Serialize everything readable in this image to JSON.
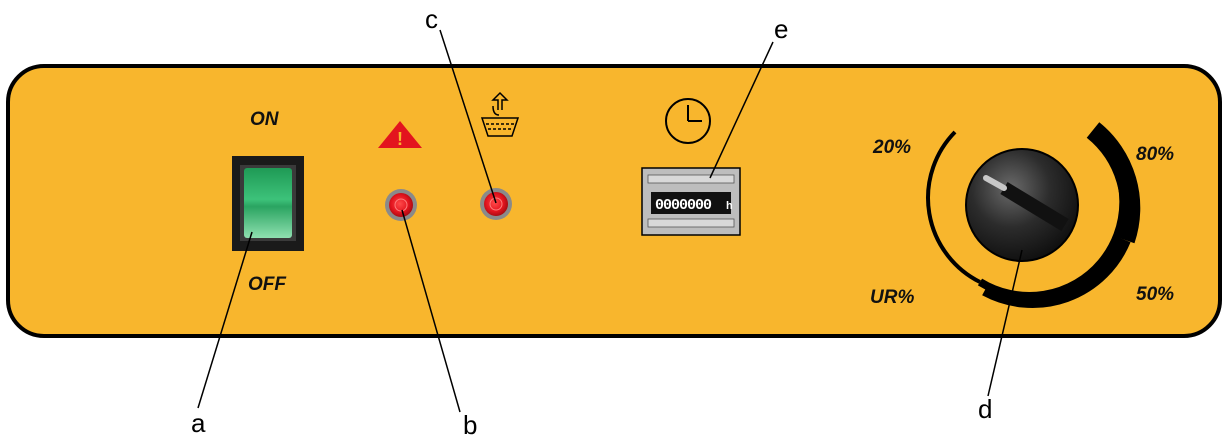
{
  "switch": {
    "on_label": "ON",
    "off_label": "OFF"
  },
  "counter": {
    "digits": "0000000",
    "unit": "h"
  },
  "dial": {
    "mark_20": "20%",
    "mark_80": "80%",
    "mark_50": "50%",
    "mark_ur": "UR%"
  },
  "callouts": {
    "a": "a",
    "b": "b",
    "c": "c",
    "d": "d",
    "e": "e"
  },
  "colors": {
    "panel": "#F8B62D",
    "switch_green": "#2FA866",
    "lamp_red": "#E3141E",
    "warning_red": "#E3141E"
  },
  "icons": [
    "warning-icon",
    "tank-full-icon",
    "clock-icon"
  ]
}
